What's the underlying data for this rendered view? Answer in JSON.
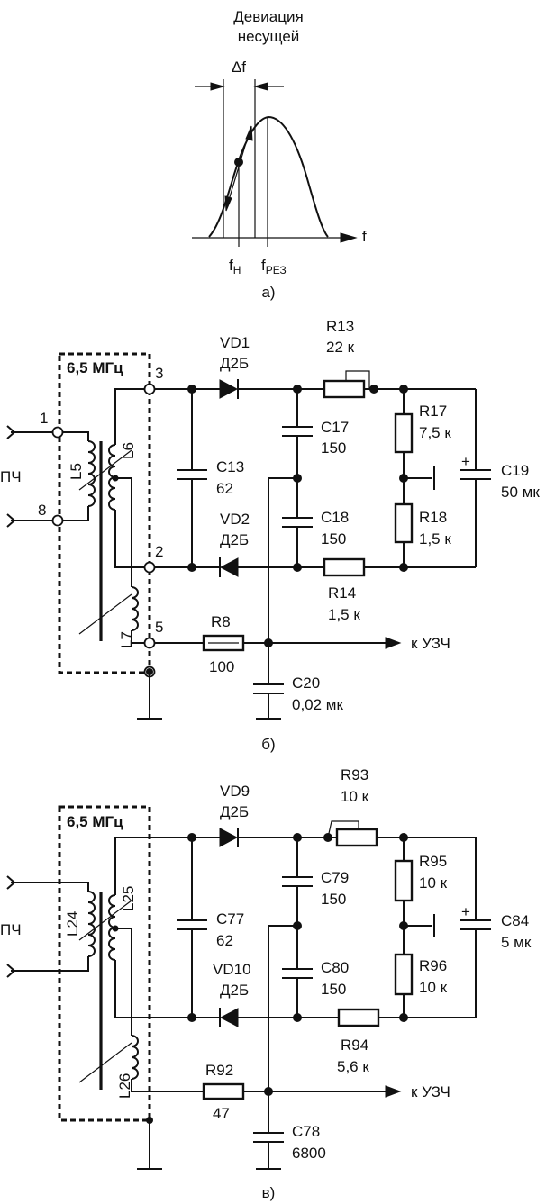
{
  "figure_a": {
    "title_line1": "Девиация",
    "title_line2": "несущей",
    "delta": "Δf",
    "axis_f": "f",
    "fn_main": "f",
    "fn_sub": "Н",
    "fres_main": "f",
    "fres_sub": "РЕЗ",
    "caption": "а)"
  },
  "figure_b": {
    "caption": "б)",
    "box_label": "6,5 МГц",
    "input_label": "ПЧ",
    "output_label": "к УЗЧ",
    "pins": {
      "p1": "1",
      "p8": "8",
      "p3": "3",
      "p2": "2",
      "p5": "5"
    },
    "L5": "L5",
    "L6": "L6",
    "L7": "L7",
    "VD1": {
      "ref": "VD1",
      "type": "Д2Б"
    },
    "VD2": {
      "ref": "VD2",
      "type": "Д2Б"
    },
    "R13": {
      "ref": "R13",
      "value": "22 к"
    },
    "R14": {
      "ref": "R14",
      "value": "1,5 к"
    },
    "R17": {
      "ref": "R17",
      "value": "7,5 к"
    },
    "R18": {
      "ref": "R18",
      "value": "1,5 к"
    },
    "R8": {
      "ref": "R8",
      "value": "100"
    },
    "C13": {
      "ref": "C13",
      "value": "62"
    },
    "C17": {
      "ref": "C17",
      "value": "150"
    },
    "C18": {
      "ref": "C18",
      "value": "150"
    },
    "C19": {
      "ref": "C19",
      "value": "50 мк",
      "polarity": "+"
    },
    "C20": {
      "ref": "C20",
      "value": "0,02 мк"
    }
  },
  "figure_c": {
    "caption": "в)",
    "box_label": "6,5 МГц",
    "input_label": "ПЧ",
    "output_label": "к УЗЧ",
    "L24": "L24",
    "L25": "L25",
    "L26": "L26",
    "VD9": {
      "ref": "VD9",
      "type": "Д2Б"
    },
    "VD10": {
      "ref": "VD10",
      "type": "Д2Б"
    },
    "R93": {
      "ref": "R93",
      "value": "10 к"
    },
    "R94": {
      "ref": "R94",
      "value": "5,6 к"
    },
    "R95": {
      "ref": "R95",
      "value": "10 к"
    },
    "R96": {
      "ref": "R96",
      "value": "10 к"
    },
    "R92": {
      "ref": "R92",
      "value": "47"
    },
    "C77": {
      "ref": "C77",
      "value": "62"
    },
    "C79": {
      "ref": "C79",
      "value": "150"
    },
    "C80": {
      "ref": "C80",
      "value": "150"
    },
    "C84": {
      "ref": "C84",
      "value": "5 мк",
      "polarity": "+"
    },
    "C78": {
      "ref": "C78",
      "value": "6800"
    }
  }
}
